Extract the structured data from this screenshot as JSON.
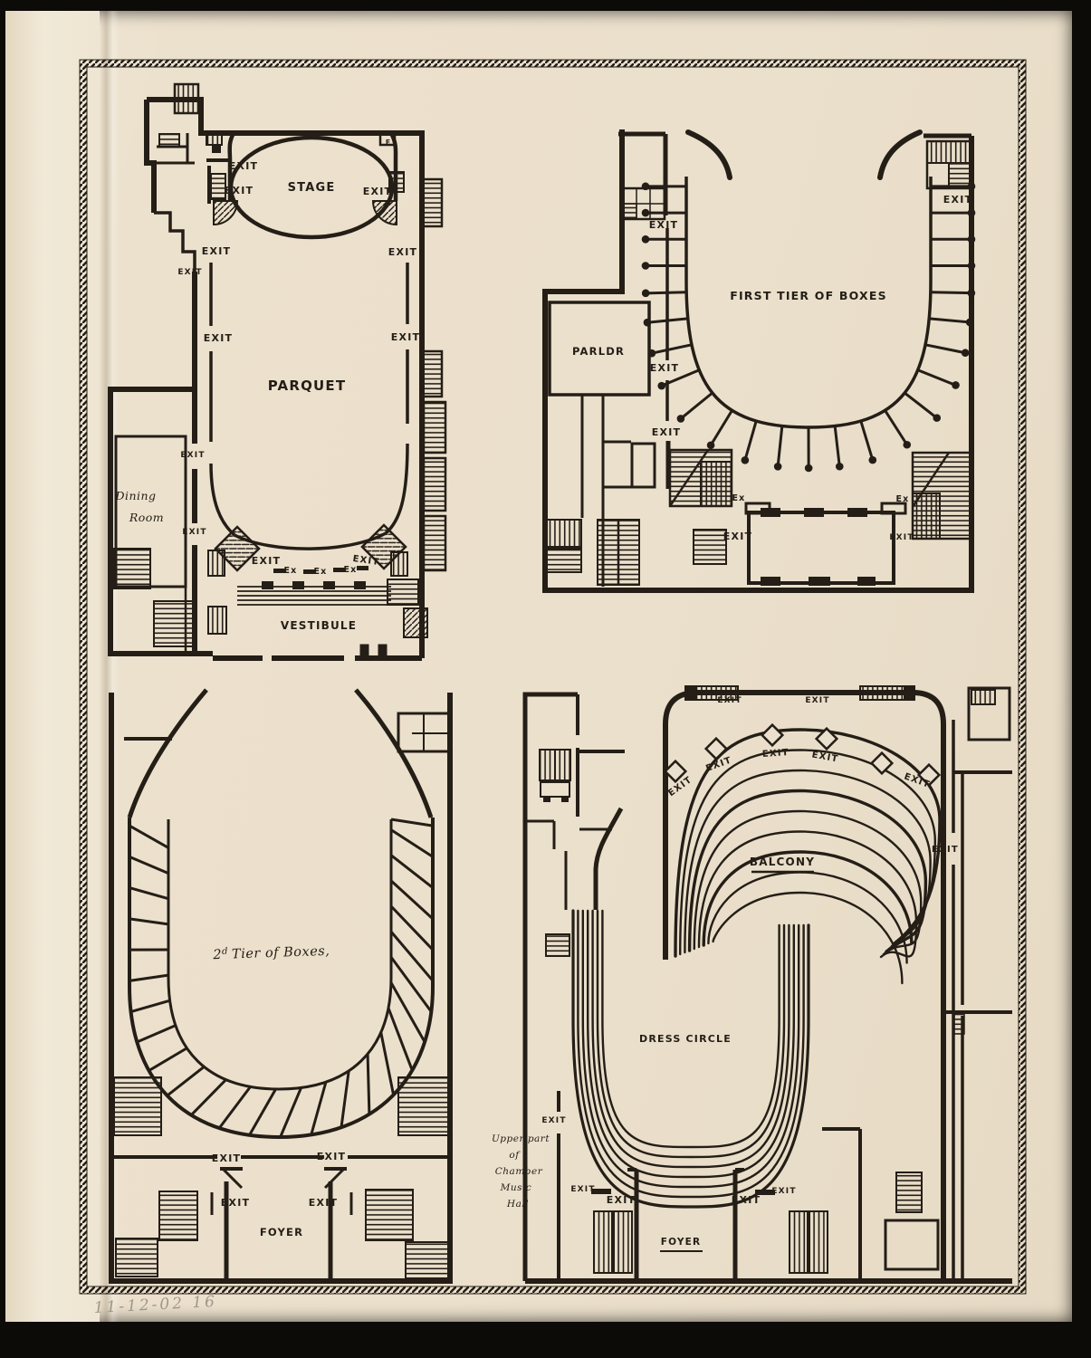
{
  "labels": {
    "exit": "EXIT",
    "ex": "Ex",
    "e": "E"
  },
  "plans": {
    "parquet_level": {
      "stage": "STAGE",
      "parquet": "PARQUET",
      "dining_line1": "Dining",
      "dining_line2": "Room",
      "vestibule": "VESTIBULE"
    },
    "first_tier": {
      "title": "FIRST TIER OF BOXES",
      "parlor": "PARLDR"
    },
    "second_tier": {
      "title_number": "2",
      "title_superscript": "d",
      "title_rest": "Tier of Boxes,",
      "foyer": "FOYER"
    },
    "balcony_level": {
      "balcony": "BALCONY",
      "dress_circle": "DRESS CIRCLE",
      "foyer": "FOYER",
      "chamber_note": [
        "Upper part",
        "of",
        "Chamber",
        "Music",
        "Hall"
      ]
    }
  },
  "annotations": {
    "pencil_date": "11-12-02 16"
  }
}
